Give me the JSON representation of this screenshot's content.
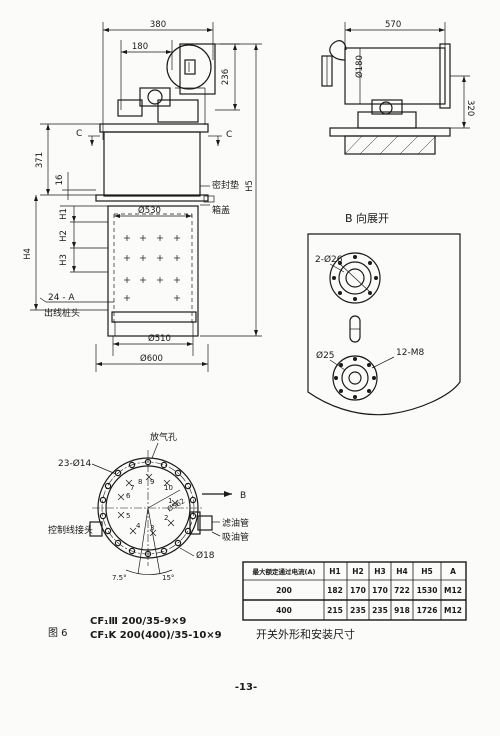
{
  "front_view": {
    "dim_top_width": "380",
    "dim_top_inner": "180",
    "dim_motor_height": "236",
    "dim_total_height": "371",
    "dim_16": "16",
    "dim_inner_diameter": "Ø530",
    "dim_bottom_diameter": "Ø510",
    "dim_base_width": "Ø600",
    "label_h1": "H1",
    "label_h2": "H2",
    "label_h3": "H3",
    "label_h4": "H4",
    "label_h5": "H5",
    "section_c_left": "C",
    "section_c_right": "C",
    "seal_gasket": "密封垫",
    "box_cover": "箱盖",
    "label_24a": "24 - A",
    "outlet_terminal": "出线桩头"
  },
  "side_view": {
    "dim_570": "570",
    "dim_180": "Ø180",
    "dim_320": "320"
  },
  "b_view": {
    "title": "B 向展开",
    "label_2_026": "2-Ø26",
    "label_025": "Ø25",
    "label_12_m8": "12-M8"
  },
  "section_view": {
    "vent_hole": "放气孔",
    "label_23_014": "23-Ø14",
    "control_connector": "控制线接头",
    "label_b": "B",
    "oil_filter_pipe": "滤油管",
    "oil_suction_pipe": "吸油管",
    "label_018": "Ø18",
    "angle_75": "7.5°",
    "angle_15": "15°",
    "pcd": "Ø562",
    "num_1": "1",
    "num_2": "2",
    "num_3": "3",
    "num_4": "4",
    "num_5": "5",
    "num_6": "6",
    "num_7": "7",
    "num_8": "8",
    "num_9": "9",
    "num_10": "10"
  },
  "table": {
    "headers": [
      "最大额定通过电流(A)",
      "H1",
      "H2",
      "H3",
      "H4",
      "H5",
      "A"
    ],
    "rows": [
      [
        "200",
        "182",
        "170",
        "170",
        "722",
        "1530",
        "M12"
      ],
      [
        "400",
        "215",
        "235",
        "235",
        "918",
        "1726",
        "M12"
      ]
    ]
  },
  "caption": {
    "figure": "图 6",
    "model1": "CF₁Ⅲ 200/35-9×9",
    "model2": "CF₁K 200(400)/35-10×9",
    "title": "开关外形和安装尺寸"
  },
  "page_number": "-13-"
}
